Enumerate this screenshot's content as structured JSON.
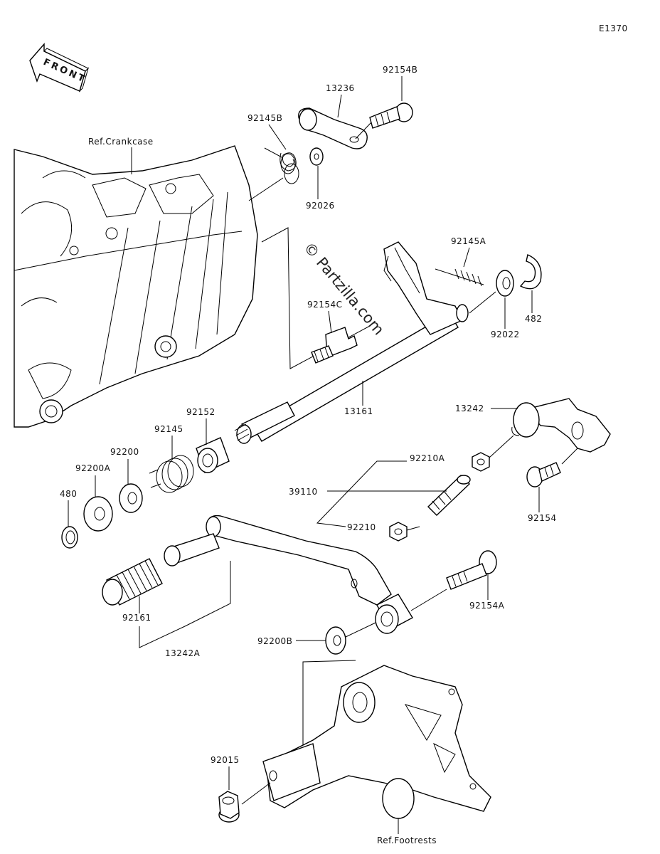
{
  "diagram_code": "E1370",
  "front_label": "FRONT",
  "watermark": "© Partzilla.com",
  "refs": {
    "crankcase": "Ref.Crankcase",
    "footrests": "Ref.Footrests"
  },
  "parts": {
    "p92154B": "92154B",
    "p13236": "13236",
    "p92145B": "92145B",
    "p92026": "92026",
    "p92145A": "92145A",
    "p482": "482",
    "p92022": "92022",
    "p92154C": "92154C",
    "p13161": "13161",
    "p13242": "13242",
    "p92152": "92152",
    "p92145": "92145",
    "p92200": "92200",
    "p92200A": "92200A",
    "p480": "480",
    "p92210A": "92210A",
    "p39110": "39110",
    "p92210": "92210",
    "p92154": "92154",
    "p92154A": "92154A",
    "p92161": "92161",
    "p13242A": "13242A",
    "p92200B": "92200B",
    "p92015": "92015"
  }
}
